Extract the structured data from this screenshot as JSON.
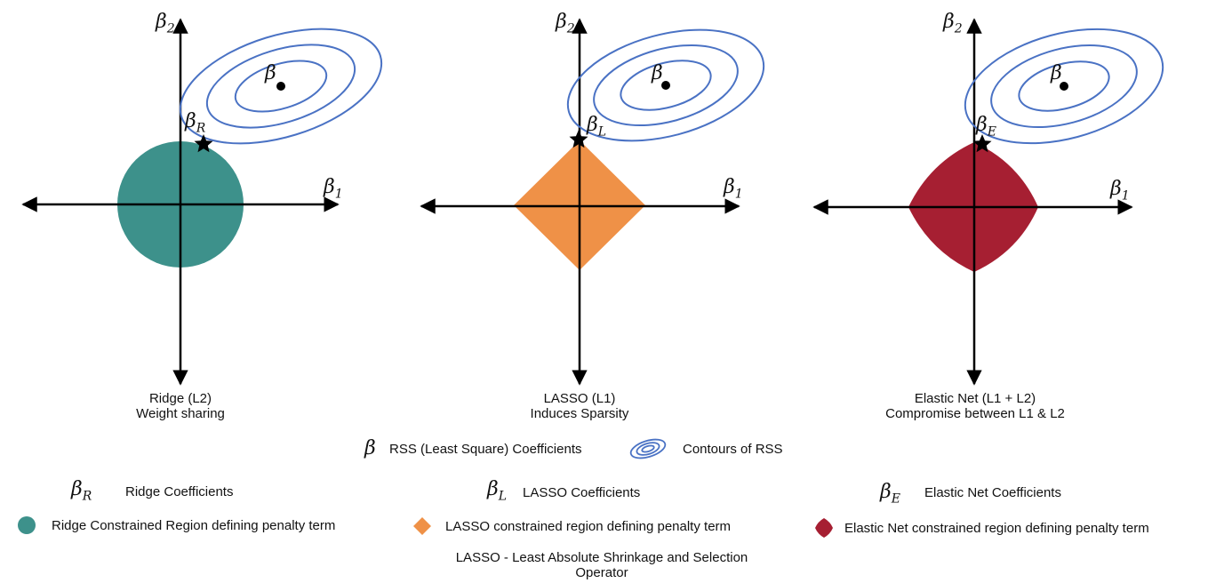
{
  "panels": [
    {
      "id": "ridge",
      "shape": "circle",
      "color": "#3d918b",
      "axis_x_label": "β1",
      "axis_y_label": "β2",
      "beta_label": "β",
      "coef_label": "βR",
      "caption_line1": "Ridge (L2)",
      "caption_line2": "Weight sharing"
    },
    {
      "id": "lasso",
      "shape": "diamond",
      "color": "#ef9147",
      "axis_x_label": "β1",
      "axis_y_label": "β2",
      "beta_label": "β",
      "coef_label": "βL",
      "caption_line1": "LASSO (L1)",
      "caption_line2": "Induces Sparsity"
    },
    {
      "id": "elastic",
      "shape": "elastic",
      "color": "#a61f32",
      "axis_x_label": "β1",
      "axis_y_label": "β2",
      "beta_label": "β",
      "coef_label": "βE",
      "caption_line1": "Elastic Net (L1 + L2)",
      "caption_line2": "Compromise between L1 & L2"
    }
  ],
  "contour_color": "#4a72c4",
  "legend": {
    "rss_symbol": "β",
    "rss_text": "RSS (Least Square) Coefficients",
    "contours_text": "Contours of RSS",
    "ridge_coef_symbol": "βR",
    "ridge_coef_text": "Ridge Coefficients",
    "lasso_coef_symbol": "βL",
    "lasso_coef_text": "LASSO Coefficients",
    "elastic_coef_symbol": "βE",
    "elastic_coef_text": "Elastic Net Coefficients",
    "ridge_region_text": "Ridge Constrained Region defining penalty term",
    "lasso_region_text": "LASSO constrained region defining penalty term",
    "elastic_region_text": "Elastic Net constrained region defining penalty term",
    "footnote_line1": "LASSO - Least Absolute Shrinkage and Selection",
    "footnote_line2": "Operator"
  }
}
